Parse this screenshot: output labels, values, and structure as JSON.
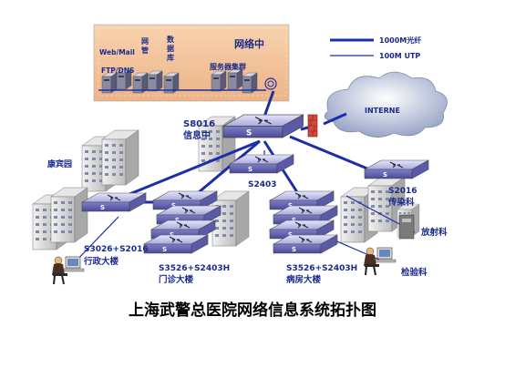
{
  "title": "上海武警总医院网络信息系统拓扑图",
  "legend": [
    {
      "label": "1000M光纤",
      "color": "#1c2fa8",
      "style": "thick"
    },
    {
      "label": "100M UTP",
      "color": "#1c2fa8",
      "style": "thin"
    }
  ],
  "datacenter": {
    "title": "网络中",
    "web_mail": "Web/Mail",
    "ftp_dns": "FTP/DNS",
    "network_mgmt": "网\n管",
    "database": "数\n据\n库",
    "server_cluster": "服务器集群"
  },
  "internet": "INTERNE",
  "core_switch": "S8016",
  "info_center": "信息中",
  "s2403_top": "S2403",
  "guest_building": "康宾园",
  "admin_model": "S3026+S2016",
  "admin_name": "行政大楼",
  "outpatient_model": "S3526+S2403H",
  "outpatient_name": "门诊大楼",
  "ward_model": "S3526+S2403H",
  "ward_name": "病房大楼",
  "infect_model": "S2016",
  "infect_name": "传染科",
  "radiology": "放射科",
  "lab": "检验科",
  "colors": {
    "accent": "#1c2fa8",
    "text": "#1a2a8c",
    "panel": "#f5c8a0",
    "switch": "#b8b8e8",
    "firewall": "#d44a3a"
  }
}
